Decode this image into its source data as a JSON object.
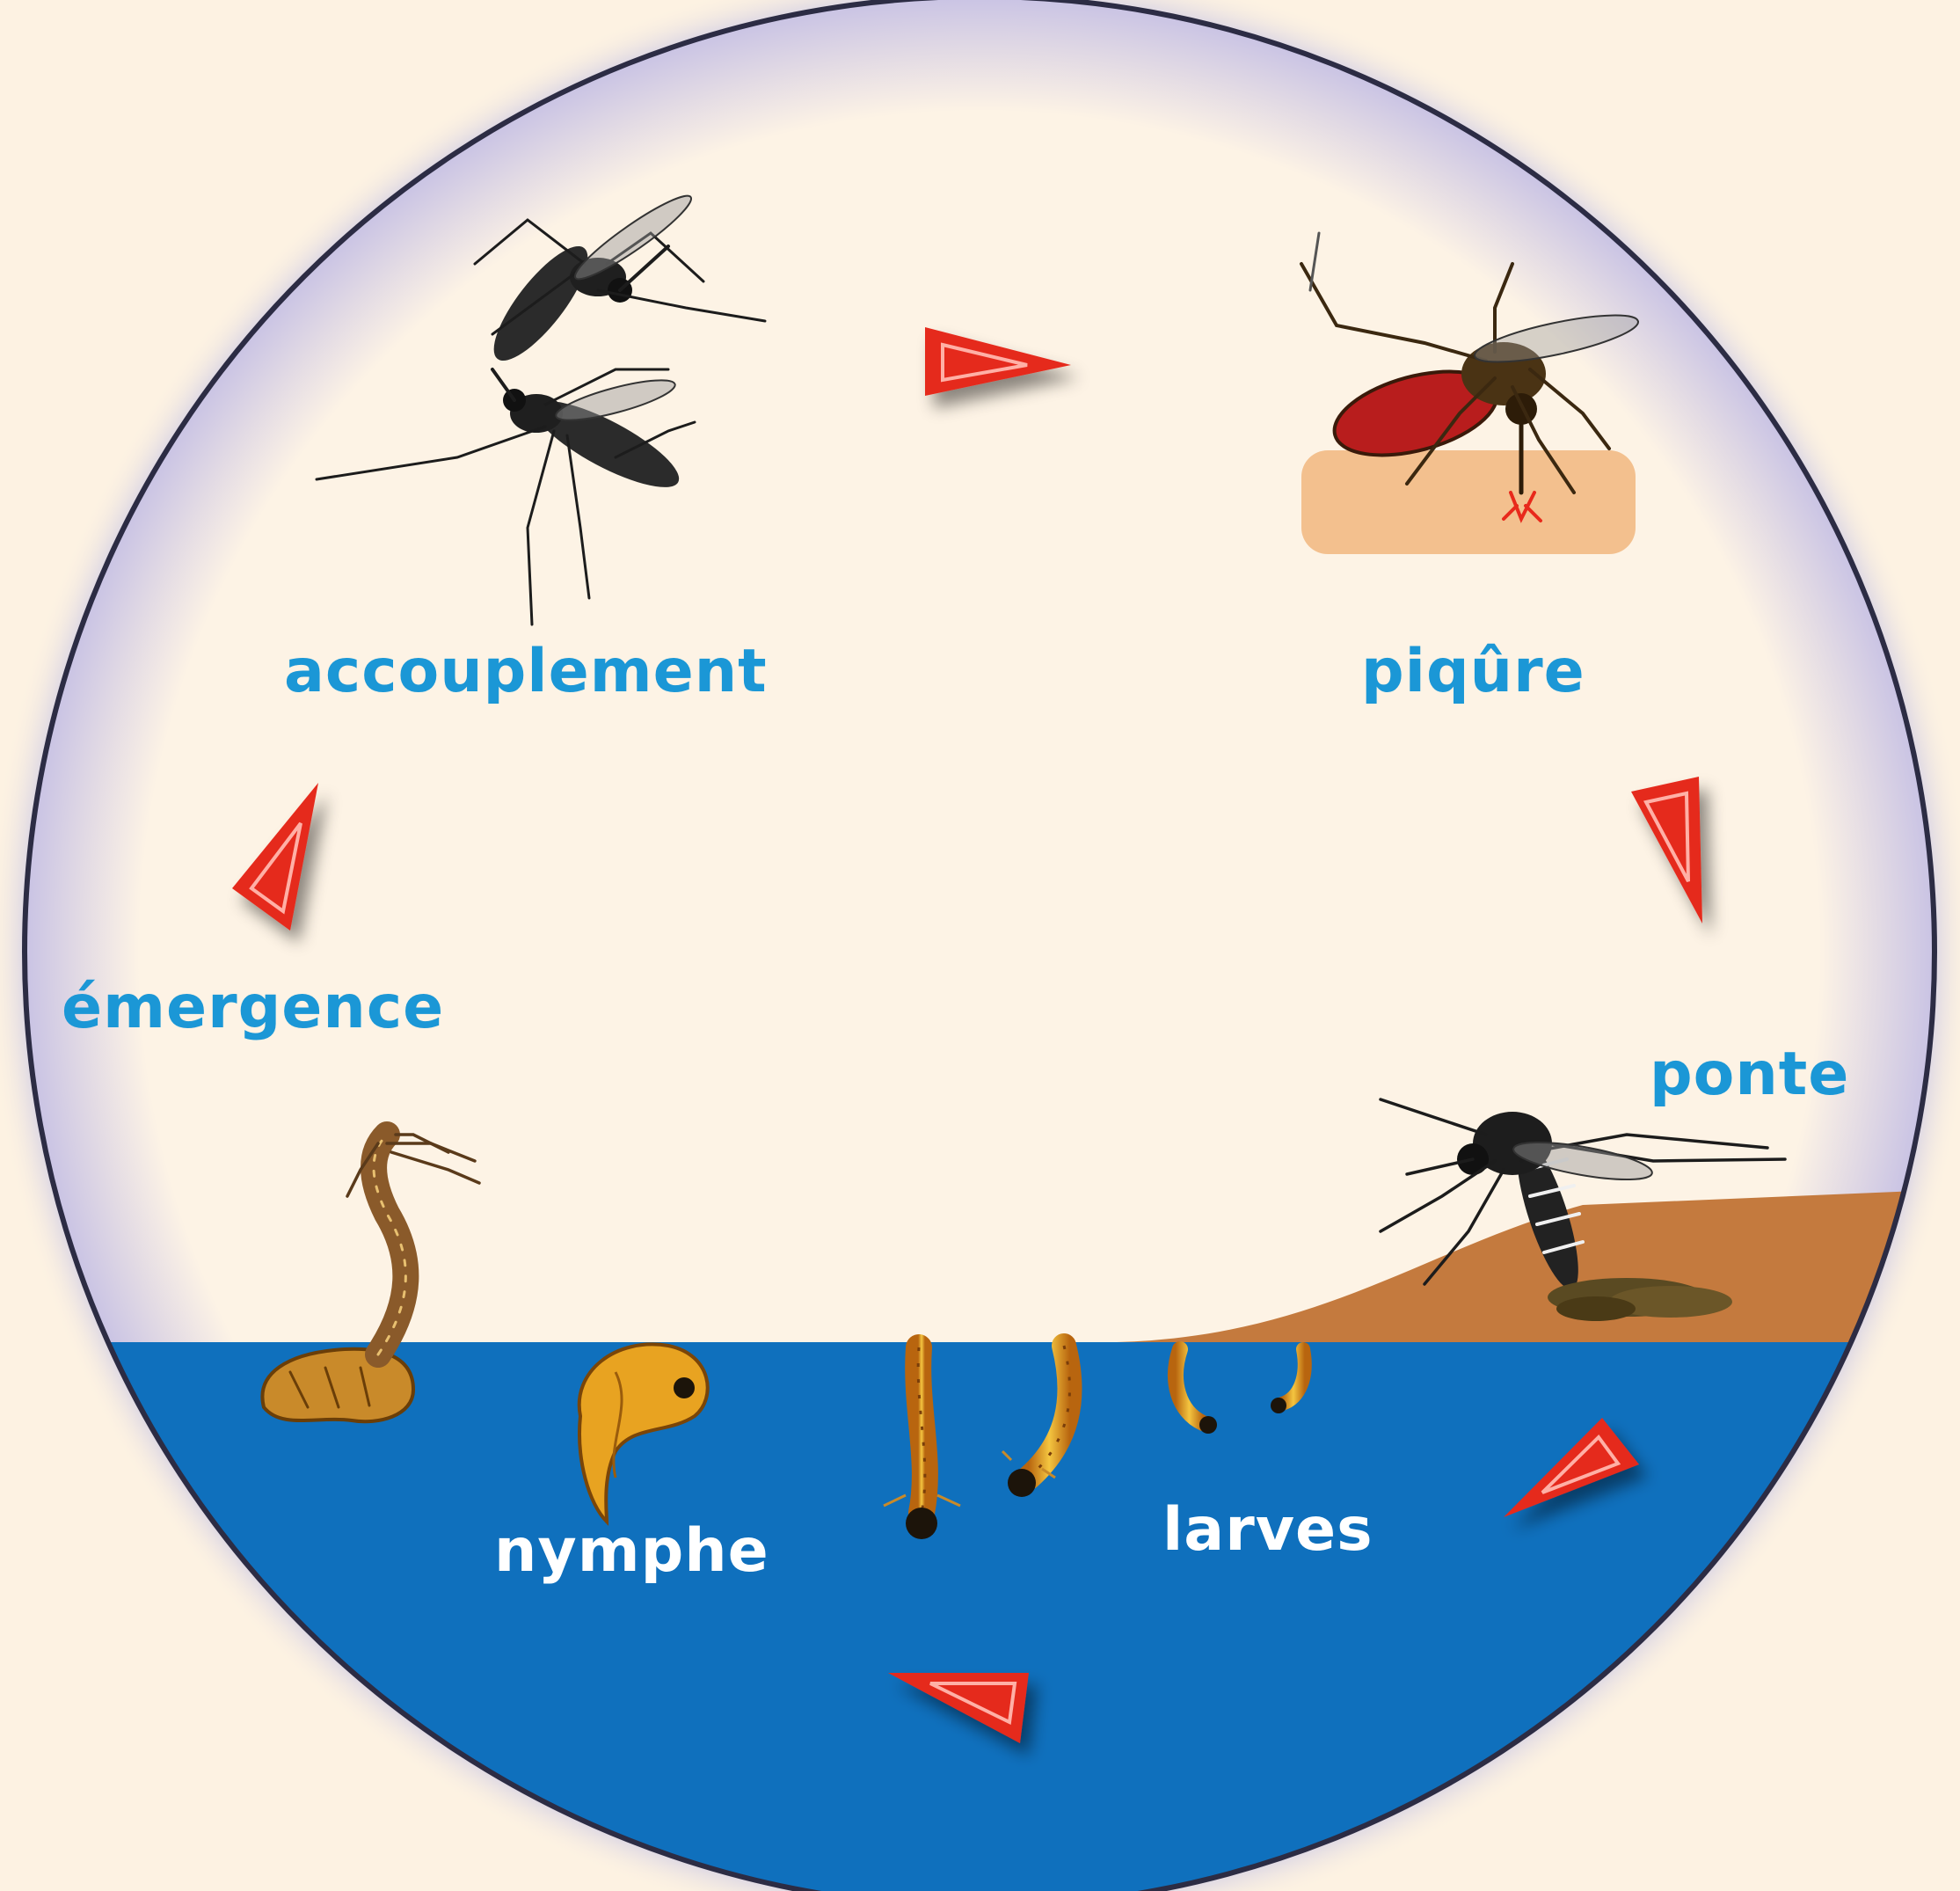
{
  "labels": {
    "mating": "accouplement",
    "bite": "piqûre",
    "laying": "ponte",
    "larvae": "larves",
    "pupa": "nymphe",
    "emergence": "émergence"
  },
  "icons": {
    "mating": "mating-mosquitoes-icon",
    "bite": "biting-mosquito-icon",
    "laying": "egg-laying-mosquito-icon",
    "larvae": "larva-icon",
    "pupa": "pupa-icon",
    "emergence": "emerging-mosquito-icon",
    "arrow": "cycle-arrow-icon"
  },
  "colors": {
    "background": "#fdf2e2",
    "circle_fill": "#fdf3e5",
    "circle_glow": "#8f90d8",
    "circle_border": "#2c2c44",
    "water": "#0f70bd",
    "soil": "#c47a3e",
    "skin": "#f3c08e",
    "arrow": "#e52a1e",
    "label_light": "#1b97d6",
    "label_water": "#ffffff",
    "mosquito": "#1c1c1c",
    "larva": "#e8a321"
  }
}
